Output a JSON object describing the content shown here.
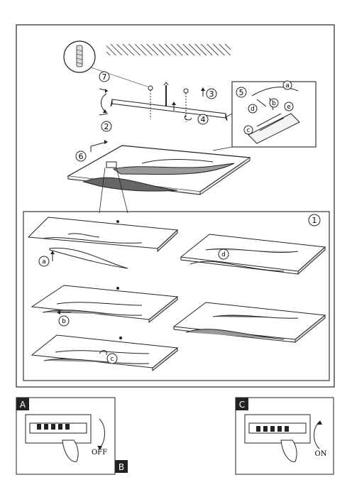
{
  "steps": {
    "s1": "1",
    "s2": "2",
    "s3": "3",
    "s4": "4",
    "s5": "5",
    "s6": "6",
    "s7": "7"
  },
  "detail_letters": {
    "a": "a",
    "b": "b",
    "c": "c",
    "d": "d",
    "e": "e"
  },
  "sub_letters": {
    "a": "a",
    "b": "b",
    "c": "c",
    "d": "d"
  },
  "panels": {
    "a": {
      "letter": "A",
      "state": "OFF"
    },
    "b": {
      "letter": "B"
    },
    "c": {
      "letter": "C",
      "state": "ON"
    }
  }
}
